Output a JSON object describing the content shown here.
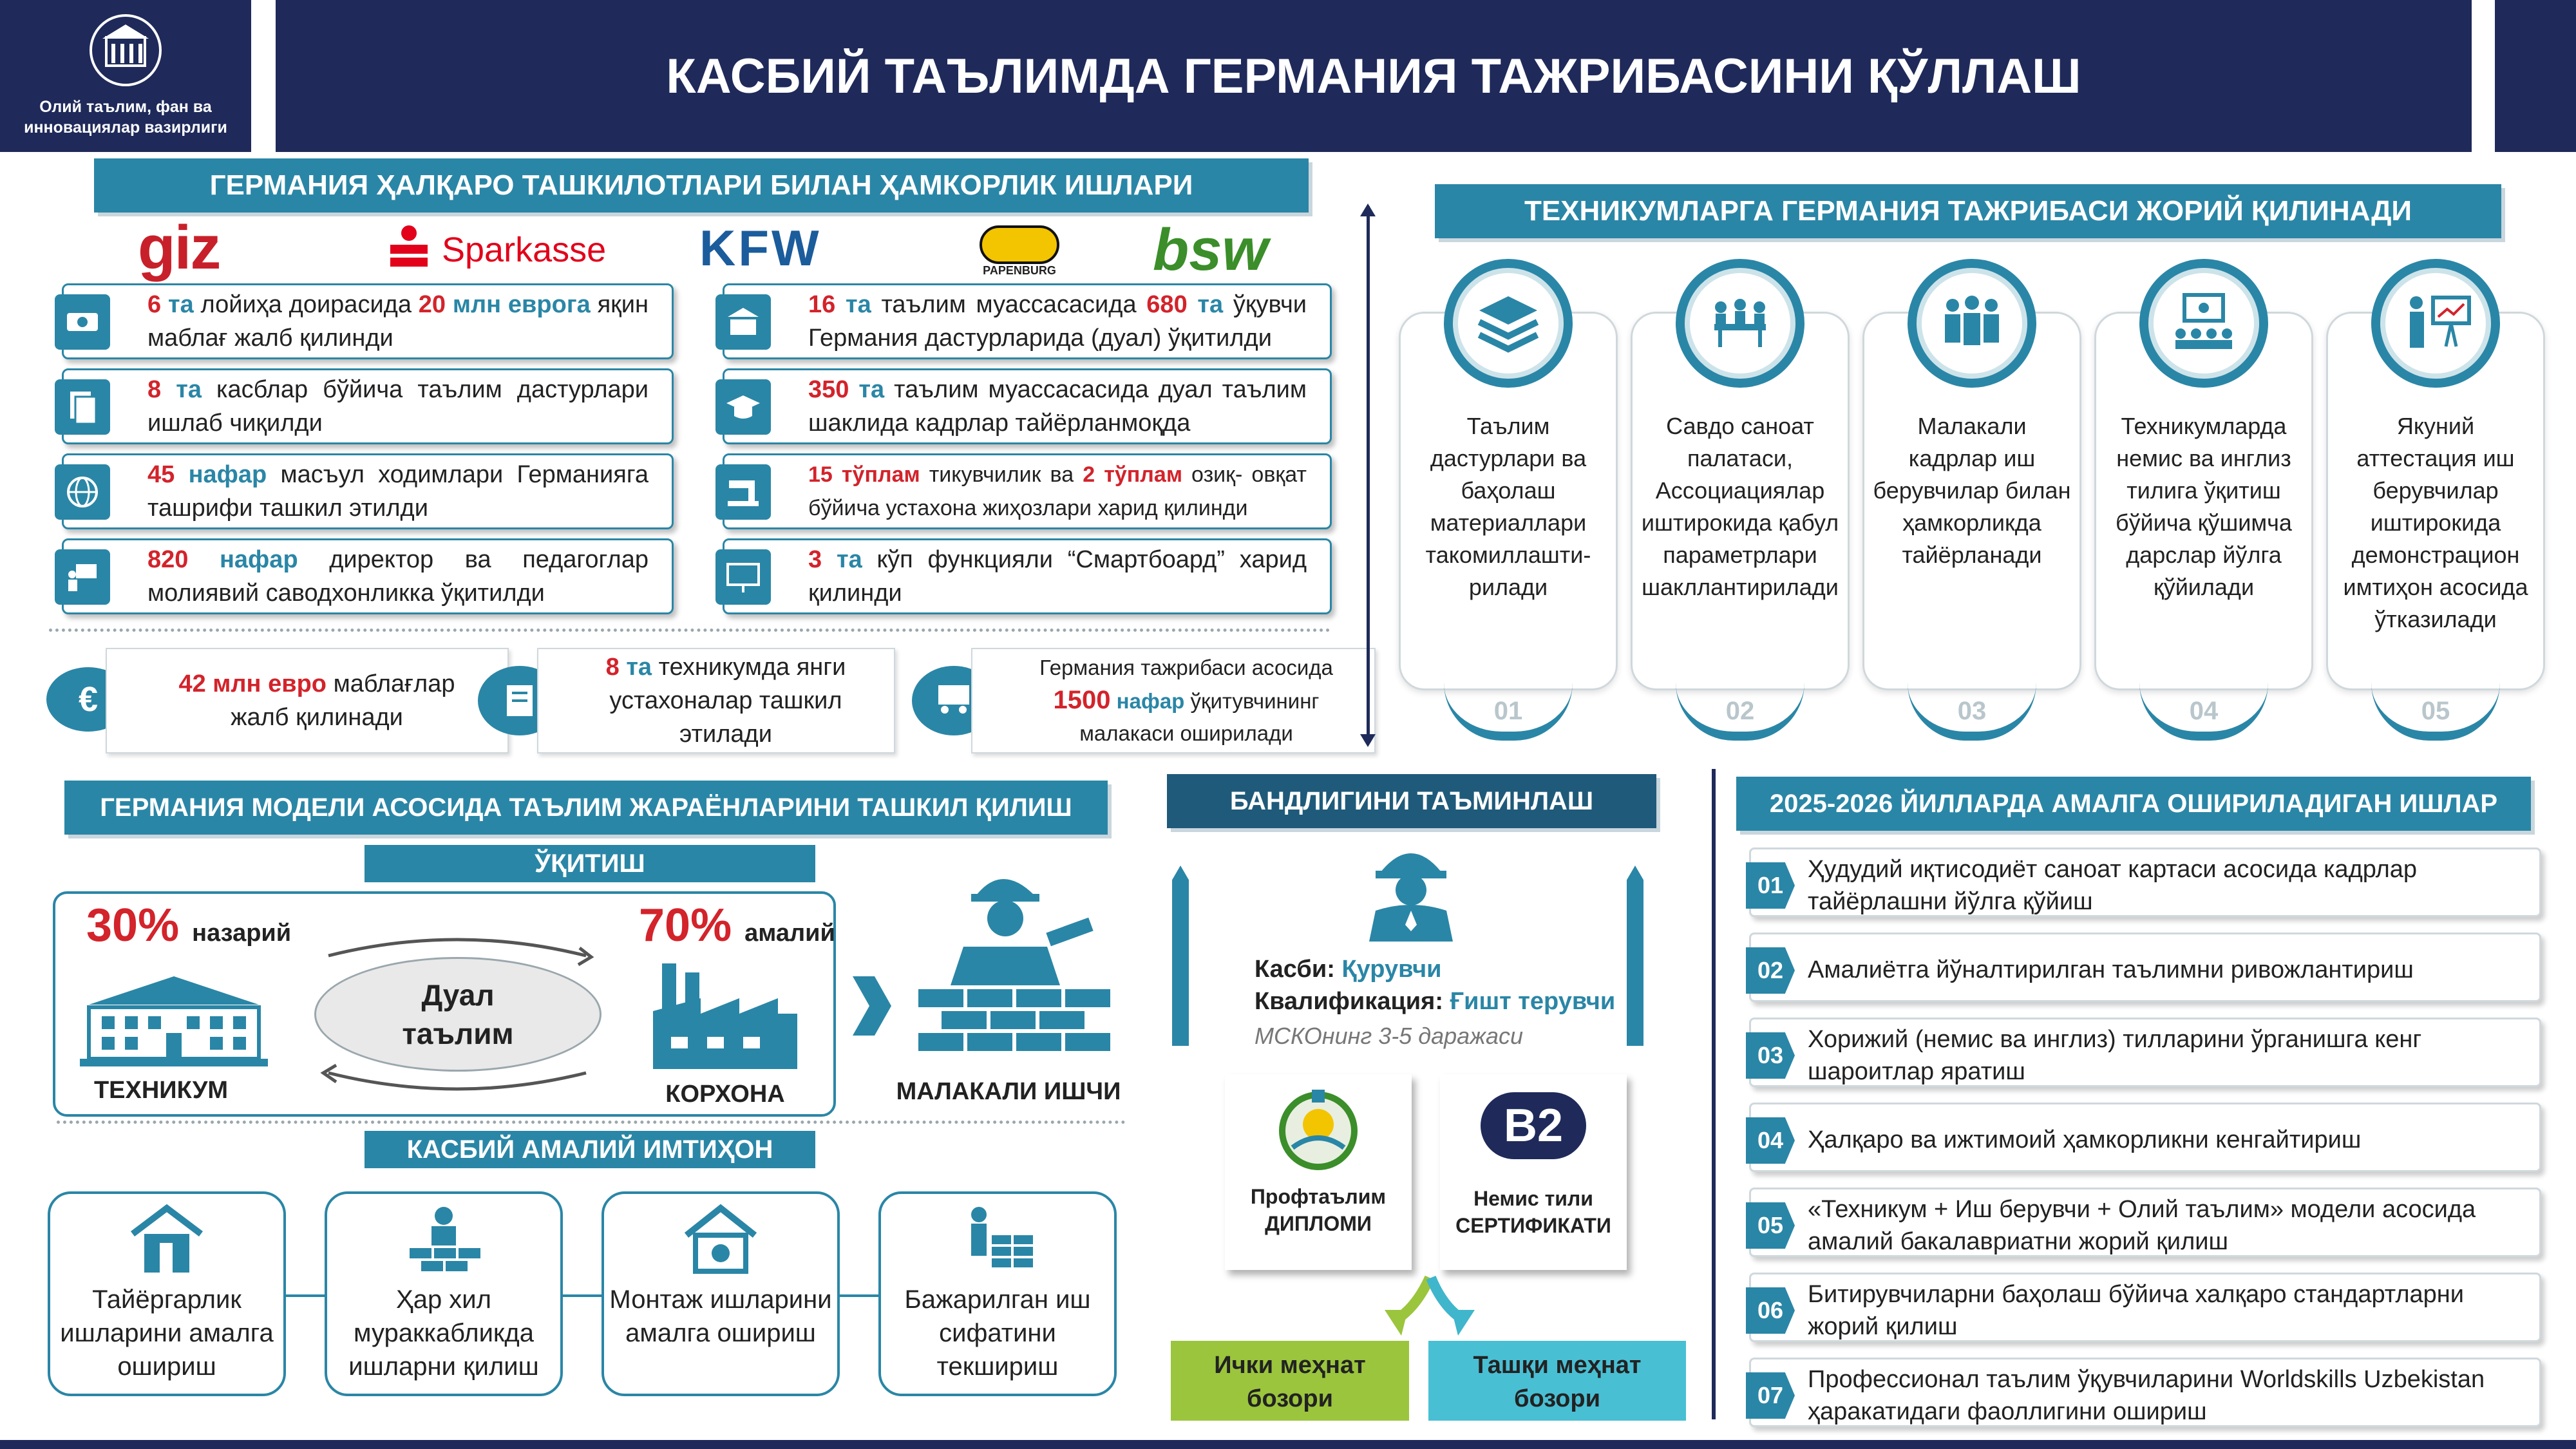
{
  "header": {
    "ministry": "Олий таълим, фан ва инновациялар вазирлиги",
    "title": "КАСБИЙ ТАЪЛИМДА ГЕРМАНИЯ ТАЖРИБАСИНИ ҚЎЛЛАШ"
  },
  "coop": {
    "title": "ГЕРМАНИЯ ҲАЛҚАРО ТАШКИЛОТЛАРИ БИЛАН ҲАМКОРЛИК ИШЛАРИ",
    "logos": {
      "giz": "giz",
      "sparkasse": "Sparkasse",
      "kfw": "KFW",
      "papenburg": "PAPENBURG",
      "bsw": "bsw"
    },
    "left": [
      {
        "n1": "6",
        "u1": "та",
        "t1": "лойиҳа доирасида",
        "n2": "20",
        "u2": "млн еврога",
        "t2": "яқин маблағ жалб қилинди"
      },
      {
        "n1": "8",
        "u1": "та",
        "t1": "касблар бўйича таълим дастурлари ишлаб чиқилди"
      },
      {
        "n1": "45",
        "u1": "нафар",
        "t1": "масъул ходимлари Германияга ташрифи ташкил этилди"
      },
      {
        "n1": "820",
        "u1": "нафар",
        "t1": "директор ва педагоглар молиявий саводхонликка ўқитилди"
      }
    ],
    "right": [
      {
        "n1": "16",
        "u1": "та",
        "t1": "таълим муассасасида",
        "n2": "680",
        "u2": "та",
        "t2": "ўқувчи Германия дастурларида (дуал) ўқитилди"
      },
      {
        "n1": "350",
        "u1": "та",
        "t1": "таълим муассасасида дуал таълим шаклида кадрлар тайёрланмоқда"
      },
      {
        "n1": "15 тўплам",
        "t1": "тикувчилик ва",
        "n2": "2 тўплам",
        "t2": "озиқ- овқат бўйича устахона жиҳозлари харид қилинди"
      },
      {
        "n1": "3",
        "u1": "та",
        "t1": "кўп функцияли “Смартбоард” харид қилинди"
      }
    ],
    "bottom": [
      {
        "n": "42 млн евро",
        "t": "маблағлар жалб қилинади"
      },
      {
        "n": "8",
        "u": "та",
        "t": "техникумда янги устахоналар ташкил этилади"
      },
      {
        "t0": "Германия тажрибаси асосида",
        "n": "1500",
        "u": "нафар",
        "t": "ўқитувчининг малакаси оширилади"
      }
    ]
  },
  "tech": {
    "title": "ТЕХНИКУМЛАРГА ГЕРМАНИЯ ТАЖРИБАСИ ЖОРИЙ ҚИЛИНАДИ",
    "cards": [
      {
        "num": "01",
        "text": "Таълим дастурлари ва баҳолаш материаллари такомиллашти-рилади"
      },
      {
        "num": "02",
        "text": "Савдо саноат палатаси, Ассоциациялар иштирокида қабул параметрлари шакллантирилади"
      },
      {
        "num": "03",
        "text": "Малакали кадрлар иш берувчилар билан ҳамкорликда тайёрланади"
      },
      {
        "num": "04",
        "text": "Техникумларда немис ва инглиз тилига ўқитиш бўйича қўшимча дарслар йўлга қўйилади"
      },
      {
        "num": "05",
        "text": "Якуний аттестация иш берувчилар иштирокида демонстрацион имтиҳон асосида ўтказилади"
      }
    ]
  },
  "model": {
    "title": "ГЕРМАНИЯ МОДЕЛИ АСОСИДА ТАЪЛИМ ЖАРАЁНЛАРИНИ ТАШКИЛ ҚИЛИШ",
    "training": "ЎҚИТИШ",
    "theory_pct": "30%",
    "theory": "назарий",
    "practice_pct": "70%",
    "practice": "амалий",
    "dual": "Дуал таълим",
    "technikum": "ТЕХНИКУМ",
    "enterprise": "КОРХОНА",
    "worker": "МАЛАКАЛИ ИШЧИ",
    "exam": "КАСБИЙ АМАЛИЙ ИМТИҲОН",
    "stages": [
      "Тайёргарлик ишларини амалга ошириш",
      "Ҳар хил мураккабликда ишларни қилиш",
      "Монтаж ишларини амалга ошириш",
      "Бажарилган иш сифатини текшириш"
    ]
  },
  "employment": {
    "title": "БАНДЛИГИНИ ТАЪМИНЛАШ",
    "prof_label": "Касби:",
    "prof_value": "Қурувчи",
    "qual_label": "Квалификация:",
    "qual_value": "Ғишт терувчи",
    "level": "МСКОнинг 3-5 даражаси",
    "diploma": "Профтаълим ДИПЛОМИ",
    "b2": "B2",
    "cert": "Немис тили СЕРТИФИКАТИ",
    "inner": "Ички меҳнат бозори",
    "outer": "Ташқи меҳнат бозори"
  },
  "plans": {
    "title": "2025-2026 ЙИЛЛАРДА АМАЛГА ОШИРИЛАДИГАН ИШЛАР",
    "items": [
      {
        "n": "01",
        "t": "Ҳудудий иқтисодиёт саноат картаси асосида кадрлар тайёрлашни йўлга қўйиш"
      },
      {
        "n": "02",
        "t": "Амалиётга йўналтирилган таълимни ривожлантириш"
      },
      {
        "n": "03",
        "t": "Хорижий (немис ва инглиз) тилларини ўрганишга кенг шароитлар яратиш"
      },
      {
        "n": "04",
        "t": "Ҳалқаро ва ижтимоий ҳамкорликни кенгайтириш"
      },
      {
        "n": "05",
        "t": "«Техникум + Иш берувчи + Олий таълим» модели асосида амалий бакалавриатни жорий қилиш"
      },
      {
        "n": "06",
        "t": "Битирувчиларни баҳолаш бўйича халқаро стандартларни жорий қилиш"
      },
      {
        "n": "07",
        "t": "Профессионал таълим ўқувчиларини Worldskills Uzbekistan ҳаракатидаги фаоллигини ошириш"
      }
    ]
  },
  "colors": {
    "navy": "#1f2a5a",
    "teal": "#2a86a6",
    "red": "#d3232b",
    "green": "#9bc53d"
  }
}
